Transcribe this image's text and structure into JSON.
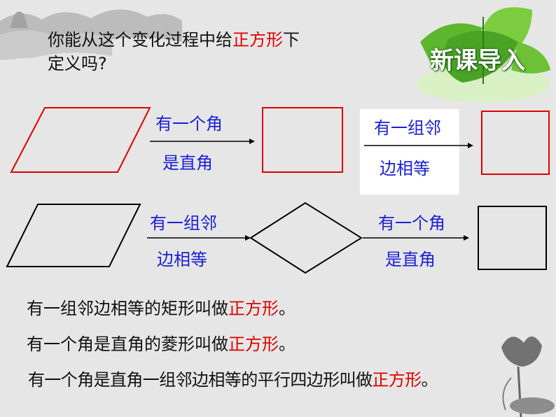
{
  "question": {
    "line1_before": "你能从这个变化过程中给",
    "line1_highlight": "正方形",
    "line1_after": "下",
    "line2": "定义吗?"
  },
  "badge": "新课导入",
  "row1": {
    "arrow1_top": "有一个角",
    "arrow1_bottom": "是直角",
    "arrow2_top": "有一组邻",
    "arrow2_bottom": "边相等"
  },
  "row2": {
    "arrow1_top": "有一组邻",
    "arrow1_bottom": "边相等",
    "arrow2_top": "有一个角",
    "arrow2_bottom": "是直角"
  },
  "statements": [
    {
      "prefix": "有一组邻边相等的矩形叫做",
      "highlight": "正方形",
      "suffix": "。"
    },
    {
      "prefix": "有一个角是直角的菱形叫做",
      "highlight": "正方形",
      "suffix": "。"
    },
    {
      "prefix": "有一个角是直角一组邻边相等的平行四边形叫做",
      "highlight": "正方形",
      "suffix": "。"
    }
  ],
  "colors": {
    "highlight": "#e00000",
    "label": "#1a1fd6",
    "shape_red": "#e00000",
    "shape_black": "#000000"
  }
}
